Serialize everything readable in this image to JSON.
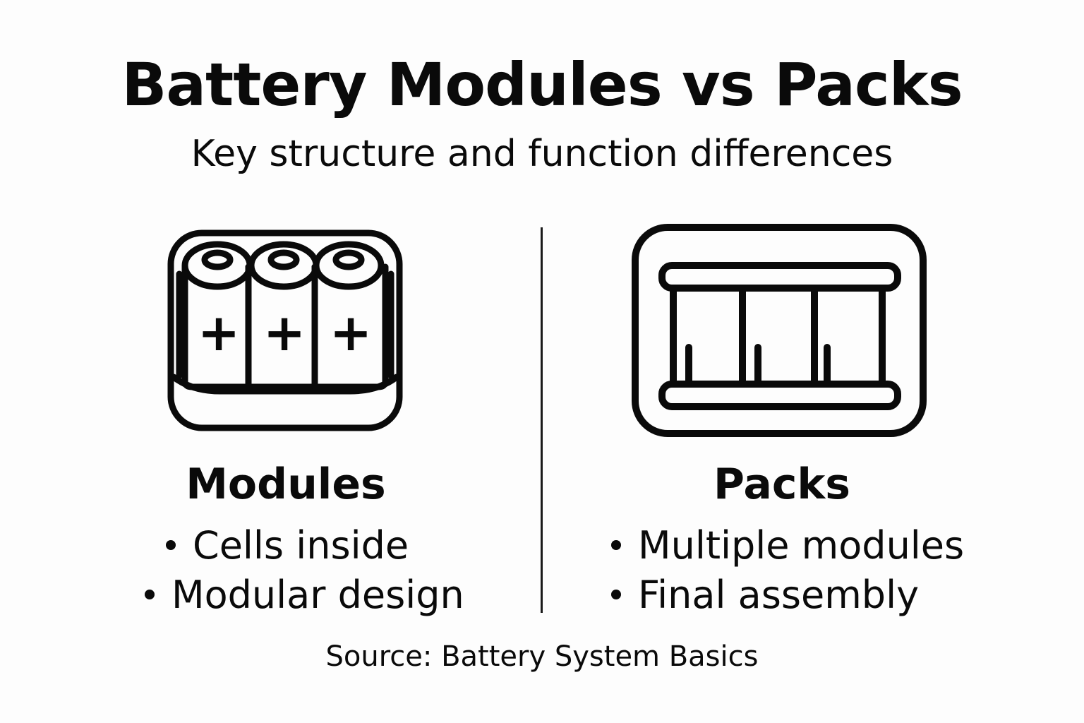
{
  "header": {
    "title": "Battery Modules vs Packs",
    "subtitle": "Key structure and function differences"
  },
  "columns": [
    {
      "heading": "Modules",
      "icon": "battery-module-icon",
      "bullets": [
        "Cells inside",
        "Modular design"
      ],
      "cell_symbols": [
        "+",
        "+",
        "+"
      ]
    },
    {
      "heading": "Packs",
      "icon": "battery-pack-icon",
      "bullets": [
        "Multiple modules",
        "Final assembly"
      ]
    }
  ],
  "footer": {
    "source": "Source: Battery System Basics"
  },
  "colors": {
    "ink": "#0a0a0a",
    "background": "#fdfdfd"
  }
}
